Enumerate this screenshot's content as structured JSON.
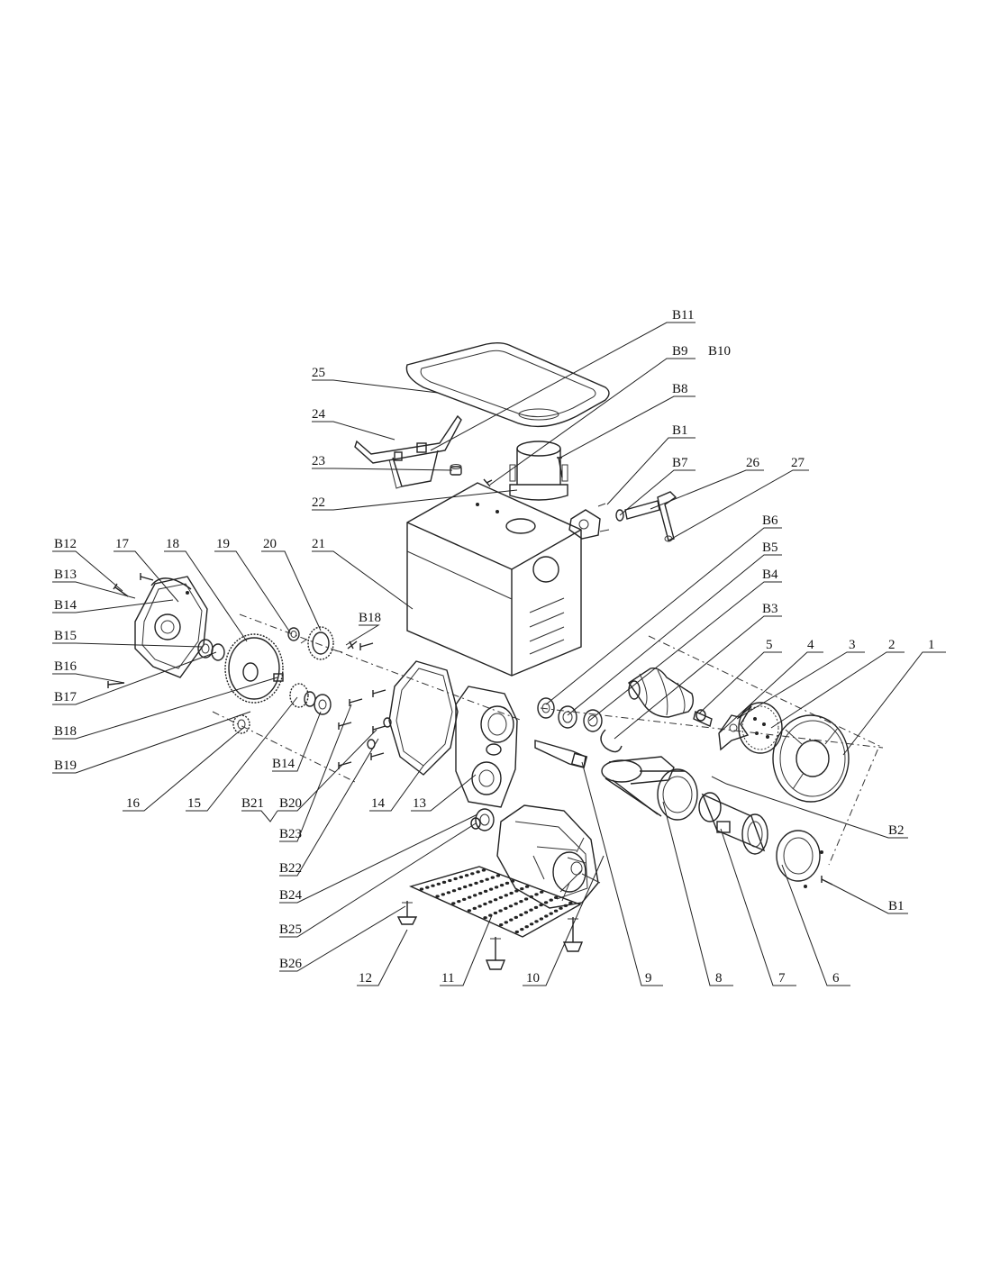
{
  "labels": {
    "L1": "1",
    "L2": "2",
    "L3": "3",
    "L4": "4",
    "L5": "5",
    "L6": "6",
    "L7": "7",
    "L8": "8",
    "L9": "9",
    "L10": "10",
    "L11": "11",
    "L12": "12",
    "L13": "13",
    "L14": "14",
    "L15": "15",
    "L16": "16",
    "L17": "17",
    "L18": "18",
    "L19": "19",
    "L20": "20",
    "L21": "21",
    "L22": "22",
    "L23": "23",
    "L24": "24",
    "L25": "25",
    "L26": "26",
    "L27": "27",
    "B1": "B1",
    "B1b": "B1",
    "B2": "B2",
    "B3": "B3",
    "B4": "B4",
    "B5": "B5",
    "B6": "B6",
    "B7": "B7",
    "B8": "B8",
    "B9": "B9",
    "B10": "B10",
    "B11": "B11",
    "B12": "B12",
    "B13": "B13",
    "B14": "B14",
    "B14b": "B14",
    "B15": "B15",
    "B16": "B16",
    "B17": "B17",
    "B18": "B18",
    "B18b": "B18",
    "B19": "B19",
    "B20": "B20",
    "B21": "B21",
    "B22": "B22",
    "B23": "B23",
    "B24": "B24",
    "B25": "B25",
    "B26": "B26"
  }
}
